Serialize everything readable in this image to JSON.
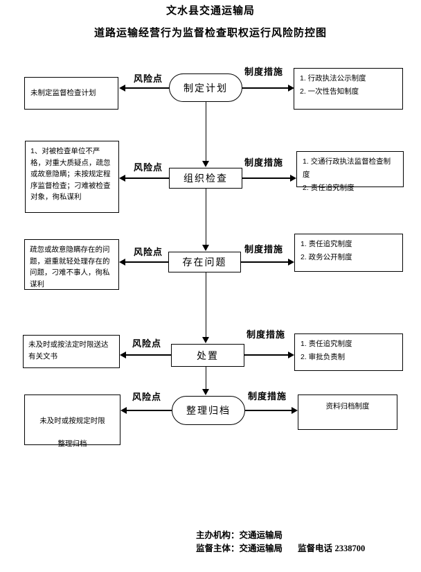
{
  "header": {
    "org": "文水县交通运输局",
    "title": "道路运输经营行为监督检查职权运行风险防控图"
  },
  "labels": {
    "risk_point": "风险点",
    "measures": "制度措施"
  },
  "steps": [
    {
      "name": "制定计划",
      "shape": "stadium",
      "risk": "未制定监督检查计划",
      "measures": [
        "1. 行政执法公示制度",
        "2. 一次性告知制度"
      ]
    },
    {
      "name": "组织检查",
      "shape": "rect",
      "risk": "1、对被检查单位不严格，对重大质疑点，疏忽或故意隐瞒；未按规定程序监督检查；刁难被检查对象，徇私谋利",
      "measures": [
        "1. 交通行政执法监督检查制度",
        "2. 责任追究制度"
      ]
    },
    {
      "name": "存在问题",
      "shape": "rect",
      "risk": "疏忽或故意隐瞒存在的问题，避重就轻处理存在的问题，刁难不事人，徇私谋利",
      "measures": [
        "1. 责任追究制度",
        "2. 政务公开制度"
      ]
    },
    {
      "name": "处置",
      "shape": "rect",
      "risk": "未及时或按法定时限送达有关文书",
      "measures": [
        "1. 责任追究制度",
        "2. 审批负责制"
      ]
    },
    {
      "name": "整理归档",
      "shape": "stadium",
      "risk": "未及时或按规定时限\n\n整理归档",
      "measures": [
        "资料归档制度"
      ]
    }
  ],
  "footer": {
    "host_line": "主办机构：交通运输局",
    "supervisor_line": "监督主体：交通运输局",
    "phone_label": "监督电话",
    "phone": "2338700"
  }
}
